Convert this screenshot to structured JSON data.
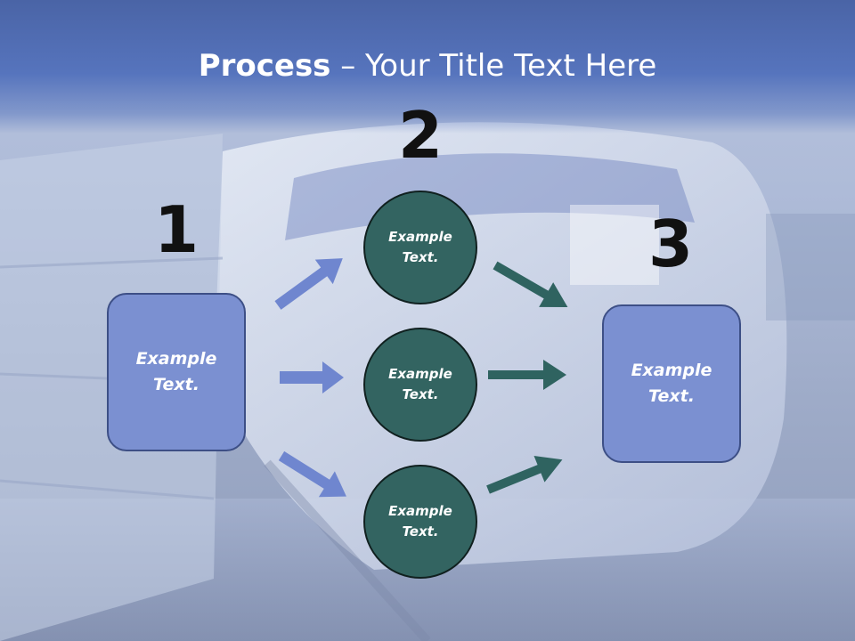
{
  "slide": {
    "title_bold": "Process",
    "title_rest": " – Your Title Text Here"
  },
  "steps": [
    {
      "number": "1"
    },
    {
      "number": "2"
    },
    {
      "number": "3"
    }
  ],
  "nodes": {
    "left_box": "Example\nText.",
    "circle_top": "Example\nText.",
    "circle_mid": "Example\nText.",
    "circle_bottom": "Example\nText.",
    "right_box": "Example\nText."
  },
  "colors": {
    "title_band": "#5674bd",
    "box_fill": "#7b90d1",
    "circle_fill": "#336461",
    "arrow_blue": "#6f86cf",
    "arrow_teal": "#2f6360"
  }
}
